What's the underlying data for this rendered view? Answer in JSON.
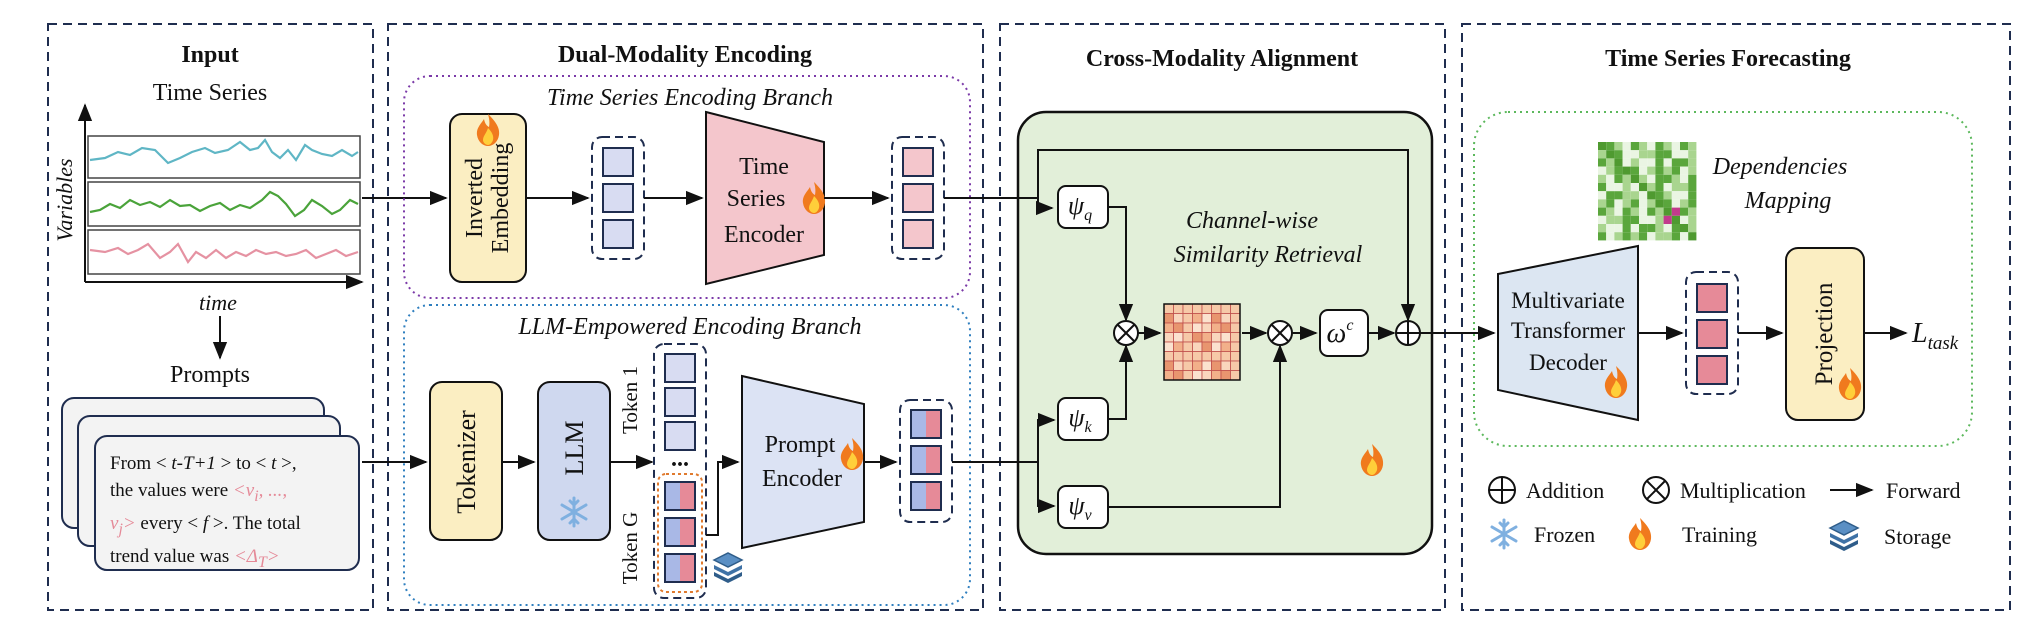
{
  "sections": {
    "input": {
      "title": "Input",
      "time_series_label": "Time Series",
      "y_axis_label": "Variables",
      "x_axis_label": "time",
      "prompts_label": "Prompts",
      "prompt": {
        "p1": "From < ",
        "p2": "t-T+1",
        "p3": " > to < ",
        "p4": "t",
        "p5": " >,",
        "p6": "the values were ",
        "p7": "<v",
        "p8": "i",
        "p9": ", ...,",
        "p10": "v",
        "p11": "j",
        "p12": ">",
        "p13": " every < ",
        "p14": "f",
        "p15": " >. The total",
        "p16": "trend value was ",
        "p17": "<Δ",
        "p18": "T",
        "p19": ">"
      }
    },
    "dual": {
      "title": "Dual-Modality Encoding",
      "ts_branch_title": "Time Series Encoding Branch",
      "inverted_embedding": [
        "Inverted",
        "Embedding"
      ],
      "ts_encoder": [
        "Time",
        "Series",
        "Encoder"
      ],
      "llm_branch_title": "LLM-Empowered Encoding Branch",
      "tokenizer": "Tokenizer",
      "llm": "LLM",
      "token_1": "Token 1",
      "token_g": "Token G",
      "ellipsis": "...",
      "prompt_encoder": [
        "Prompt",
        "Encoder"
      ]
    },
    "align": {
      "title": "Cross-Modality Alignment",
      "retrieval_label": [
        "Channel-wise",
        "Similarity Retrieval"
      ],
      "psi_q": {
        "base": "ψ",
        "sub": "q"
      },
      "psi_k": {
        "base": "ψ",
        "sub": "k"
      },
      "psi_v": {
        "base": "ψ",
        "sub": "v"
      },
      "omega": {
        "base": "ω",
        "sup": "c"
      }
    },
    "forecast": {
      "title": "Time Series Forecasting",
      "dependencies": [
        "Dependencies",
        "Mapping"
      ],
      "decoder": [
        "Multivariate",
        "Transformer",
        "Decoder"
      ],
      "projection": "Projection",
      "loss": {
        "base": "L",
        "sub": "task"
      }
    },
    "legend": {
      "addition": "Addition",
      "multiplication": "Multiplication",
      "forward": "Forward",
      "frozen": "Frozen",
      "training": "Training",
      "storage": "Storage"
    }
  },
  "colors": {
    "dash_border": "#1f2d4f",
    "input_yellow": "#fbeec2",
    "encoder_pink": "#f4c6cc",
    "token_purple": "#d8dcf2",
    "llm_blue": "#cfd8ef",
    "encoder_blue": "#dce3f4",
    "align_green": "#e2efd9",
    "decoder_blue": "#dce6f2",
    "branch_purple": "#7b3aa8",
    "branch_blue": "#2f7fbf",
    "forecast_green": "#5cb85c",
    "series_teal": "#5fb6c5",
    "series_green": "#4aa33a",
    "series_pink": "#e592a2",
    "placeholder_pink": "#e58a98",
    "flame": "#f07a1e",
    "snow": "#7fb0e0",
    "storage": "#2f5d8a"
  }
}
